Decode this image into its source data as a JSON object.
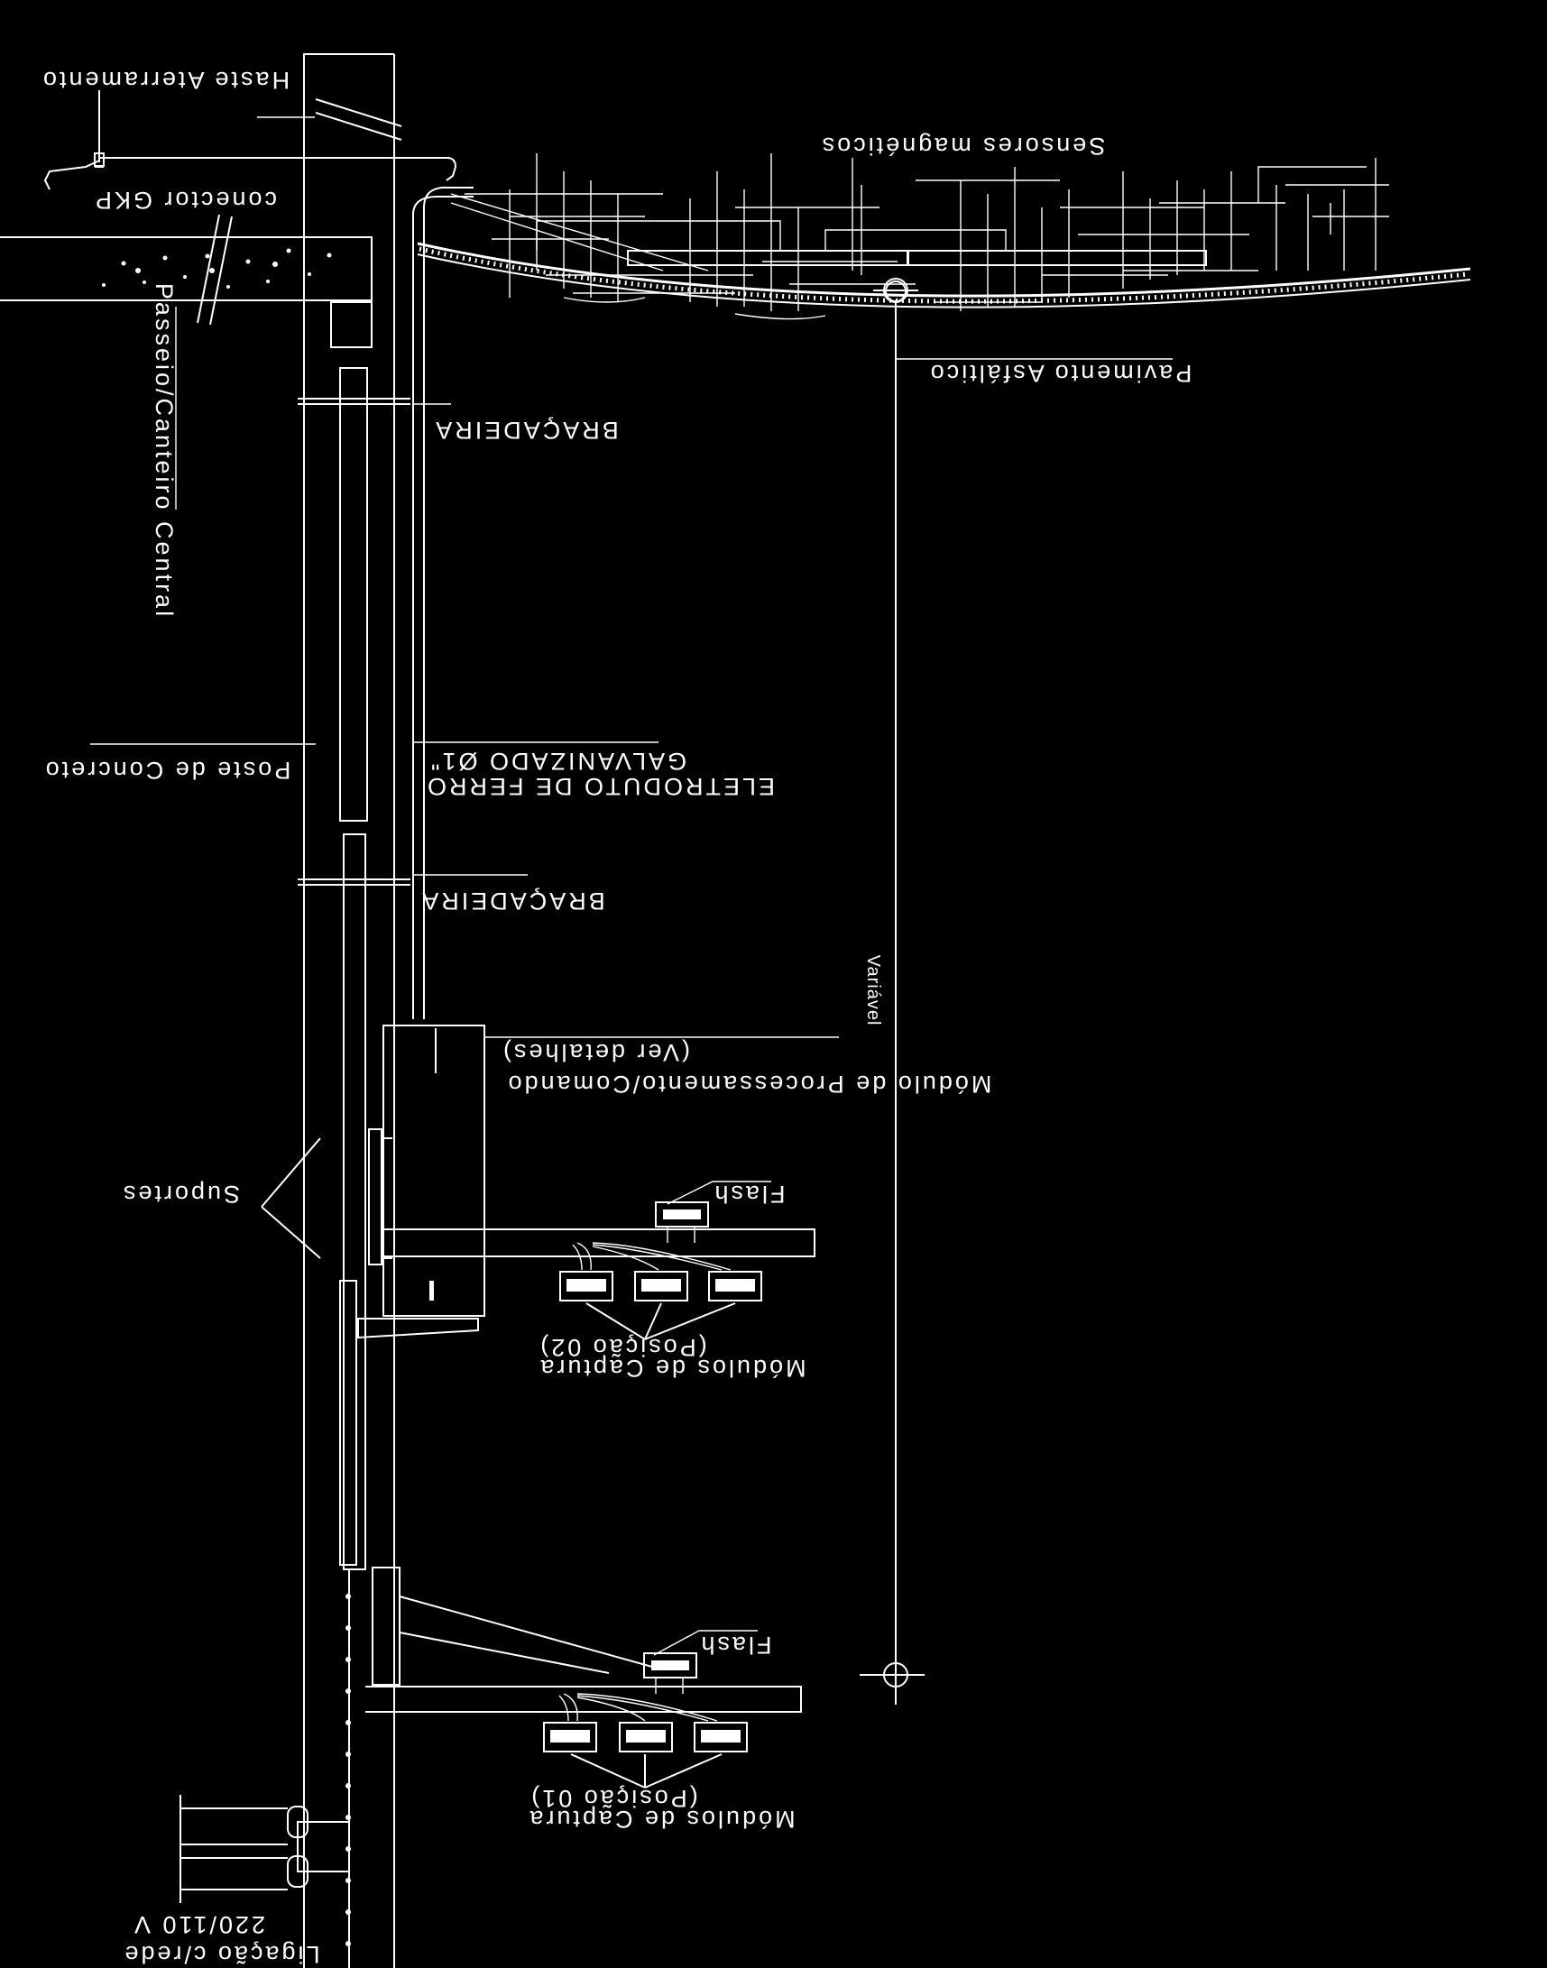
{
  "labels": {
    "haste": "Haste Aterramento",
    "conector": "conector GKP",
    "passeio": "Passeio/Canteiro Central",
    "bracadeira_top": "BRAÇADEIRA",
    "sensores": "Sensores magnéticos",
    "pavimento": "Pavimento Asfáltico",
    "poste": "Poste de Concreto",
    "eletroduto": "ELETRODUTO DE FERRO",
    "galvanizado": "GALVANIZADO Ø1\"",
    "bracadeira_mid": "BRAÇADEIRA",
    "variavel": "Variável",
    "modulo_proc": "Módulo de Processamento/Comando",
    "ver_detalhes": "(Ver detalhes)",
    "suportes": "Suportes",
    "flash_upper": "Flash",
    "captura_02_title": "Módulos de Captura",
    "captura_02_pos": "(Posição 02)",
    "flash_lower": "Flash",
    "captura_01_title": "Módulos de Captura",
    "captura_01_pos": "(Posição 01)",
    "ligacao": "Ligação c/rede",
    "voltage": "220/110 V"
  }
}
